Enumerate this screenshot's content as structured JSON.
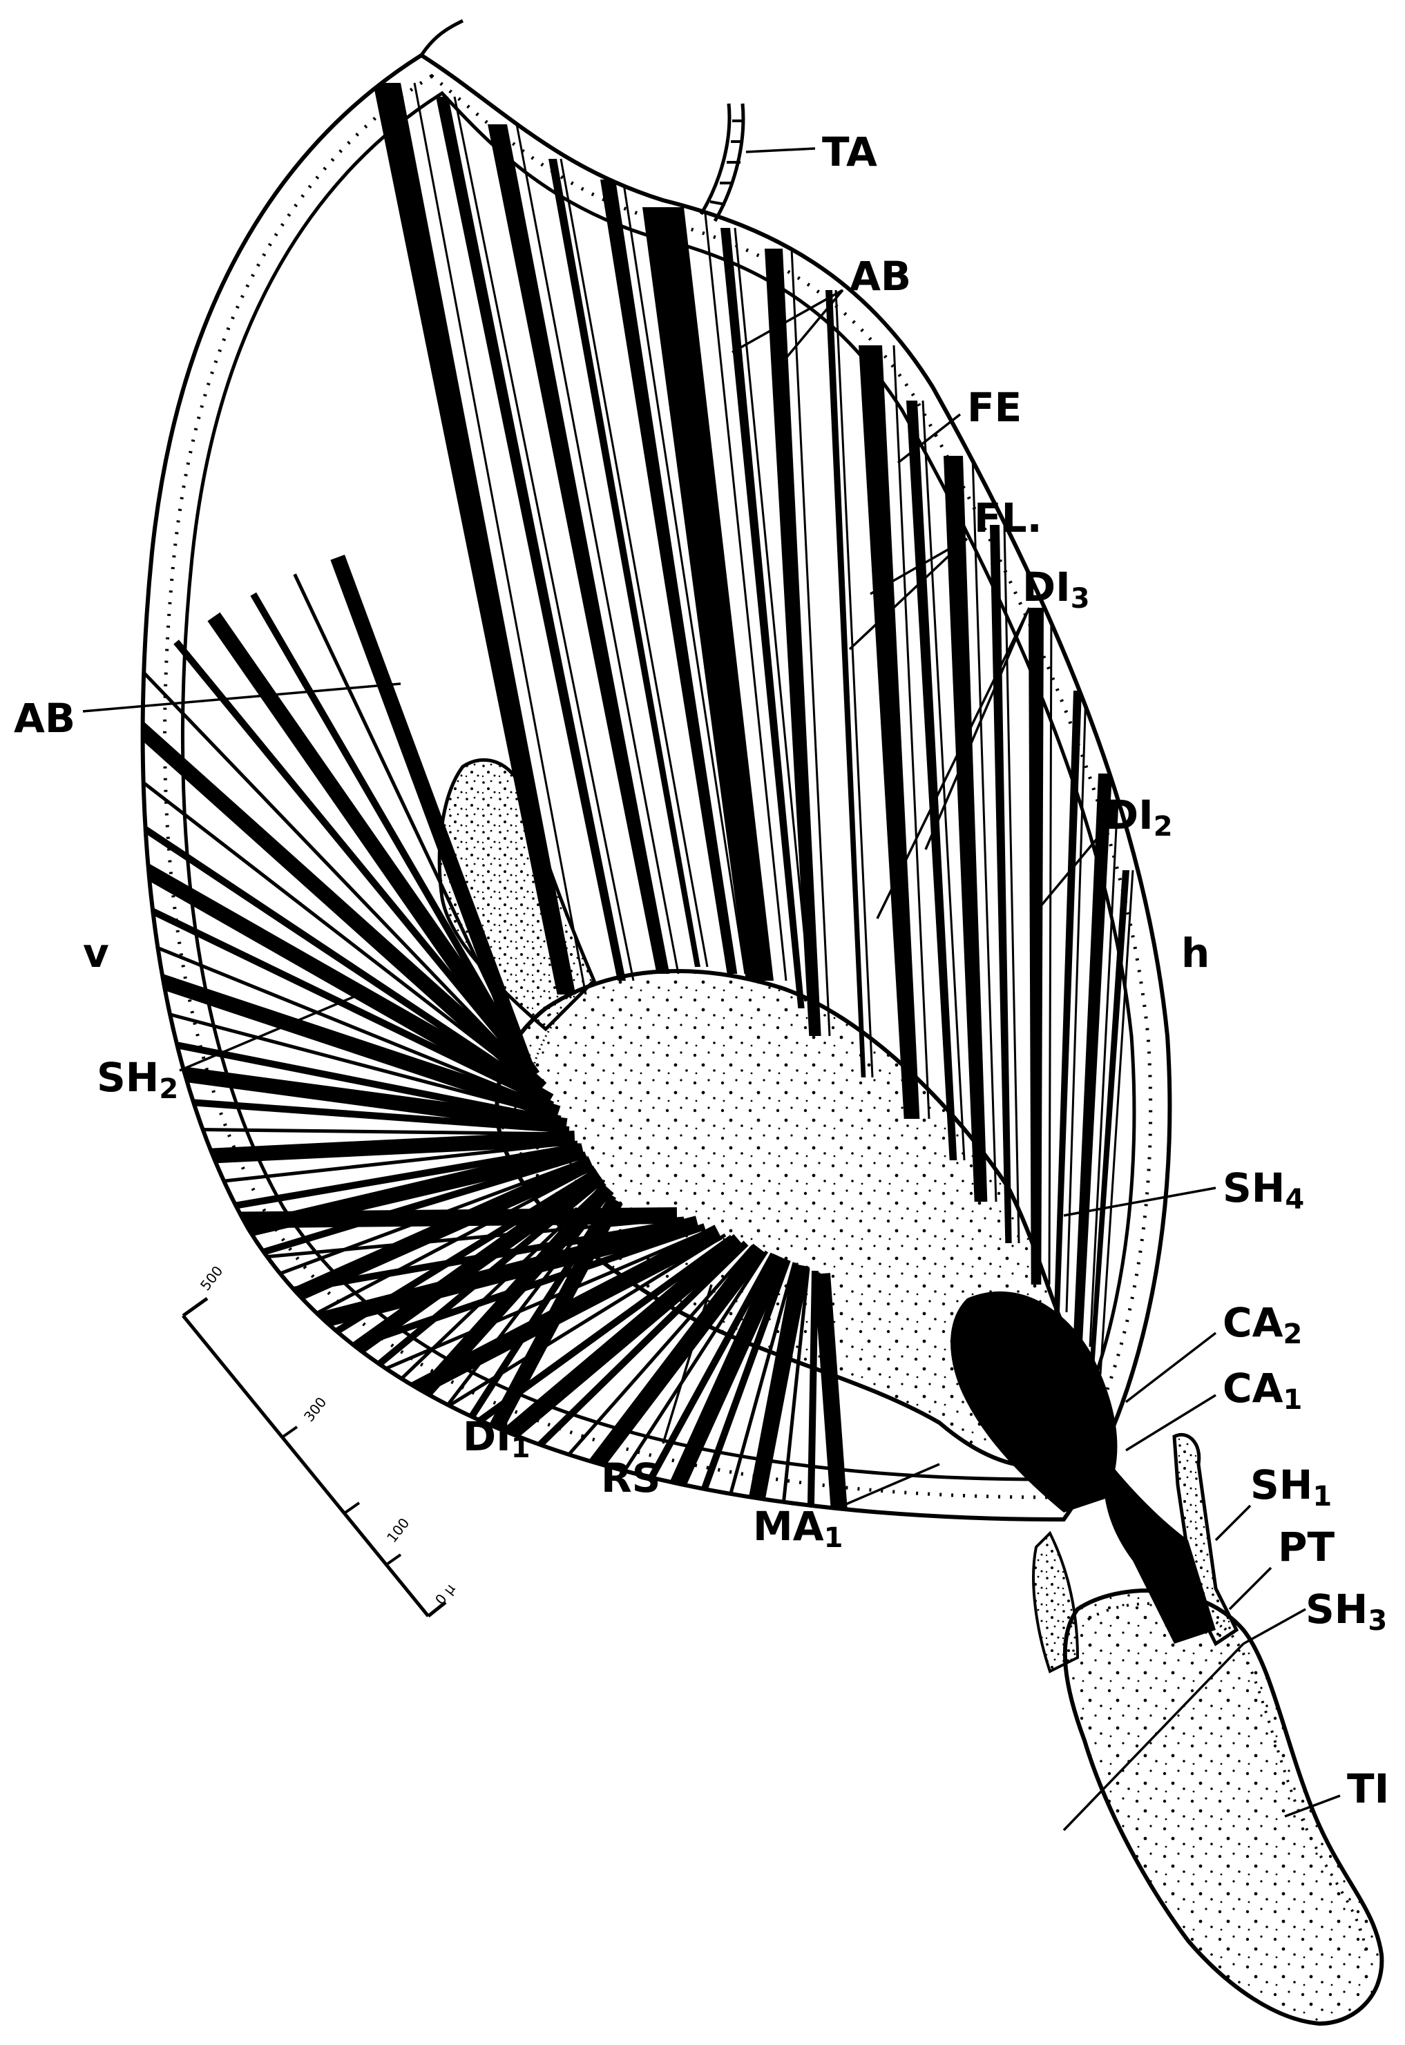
{
  "labels": {
    "TA": "TA",
    "AB_top": "AB",
    "FE": "FE",
    "FL": "FL.",
    "DI3": {
      "main": "DI",
      "sub": "3"
    },
    "AB_left": "AB",
    "DI2": {
      "main": "DI",
      "sub": "2"
    },
    "v": "v",
    "h": "h",
    "SH2": {
      "main": "SH",
      "sub": "2"
    },
    "SH4": {
      "main": "SH",
      "sub": "4"
    },
    "CA2": {
      "main": "CA",
      "sub": "2"
    },
    "CA1": {
      "main": "CA",
      "sub": "1"
    },
    "SH1": {
      "main": "SH",
      "sub": "1"
    },
    "PT": "PT",
    "SH3": {
      "main": "SH",
      "sub": "3"
    },
    "DI1": {
      "main": "DI",
      "sub": "1"
    },
    "RS": "RS",
    "MA1": {
      "main": "MA",
      "sub": "1"
    },
    "TI": "TI"
  },
  "scale_bar": {
    "ticks": [
      "500",
      "300",
      "100",
      "0 µ"
    ]
  },
  "colors": {
    "ink": "#000000",
    "paper": "#ffffff"
  }
}
